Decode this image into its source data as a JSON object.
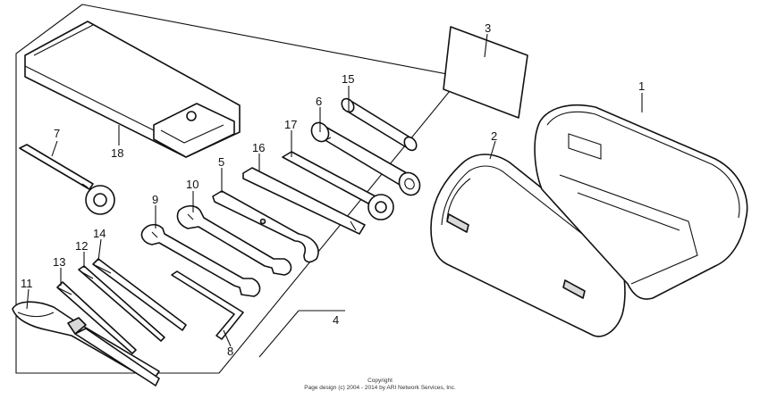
{
  "diagram": {
    "callouts": {
      "c1": "1",
      "c2": "2",
      "c3": "3",
      "c4": "4",
      "c5": "5",
      "c6": "6",
      "c7": "7",
      "c8": "8",
      "c9": "9",
      "c10": "10",
      "c11": "11",
      "c12": "12",
      "c13": "13",
      "c14": "14",
      "c15": "15",
      "c16": "16",
      "c17": "17",
      "c18": "18"
    }
  },
  "footer": {
    "line1": "Copyright",
    "line2": "Page design (c) 2004 - 2014 by ARI Network Services, Inc."
  }
}
